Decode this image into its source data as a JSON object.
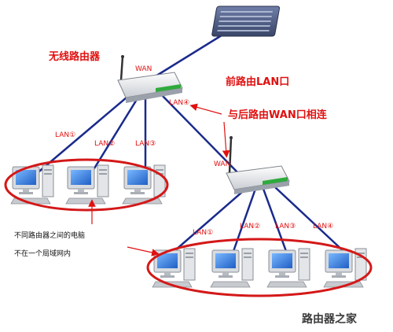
{
  "title_router1": "无线路由器",
  "port_labels": {
    "wan_top": "WAN",
    "lan4_top": "LAN④",
    "wan_mid": "WAN",
    "lan1_left": "LAN①",
    "lan2_left": "LAN②",
    "lan3_left": "LAN③",
    "lan1_right": "LAN①",
    "lan2_right": "LAN②",
    "lan3_right": "LAN③",
    "lan4_right": "LAN④"
  },
  "annotation_front": "前路由LAN口",
  "annotation_back": "与后路由WAN口相连",
  "note_line1": "不同路由器之间的电脑",
  "note_line2": "不在一个局域网内",
  "watermark": "路由器之家",
  "colors": {
    "cable": "#1a2a8c",
    "annotation": "#e01010",
    "ellipse": "#d41818"
  }
}
